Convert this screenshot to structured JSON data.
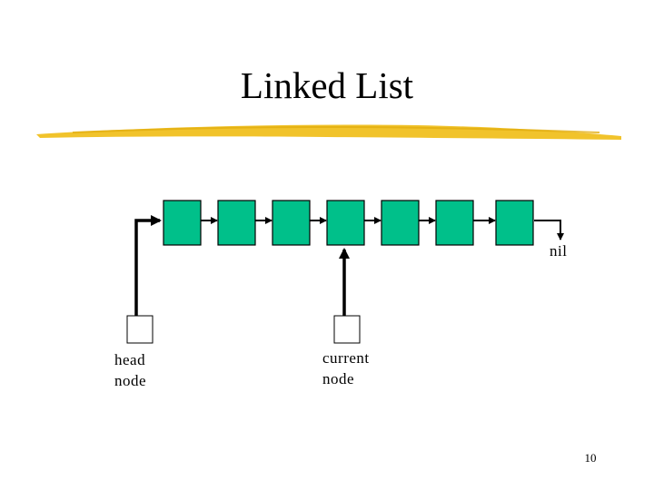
{
  "slide": {
    "title": "Linked List",
    "page_number": "10"
  },
  "diagram": {
    "node_count": 7,
    "node_fill": "#00c08a",
    "title_bar_color": "#f0c020",
    "nil_label": "nil",
    "head_label": "head\nnode",
    "current_label": "current\nnode",
    "current_points_to_node_index": 3
  }
}
